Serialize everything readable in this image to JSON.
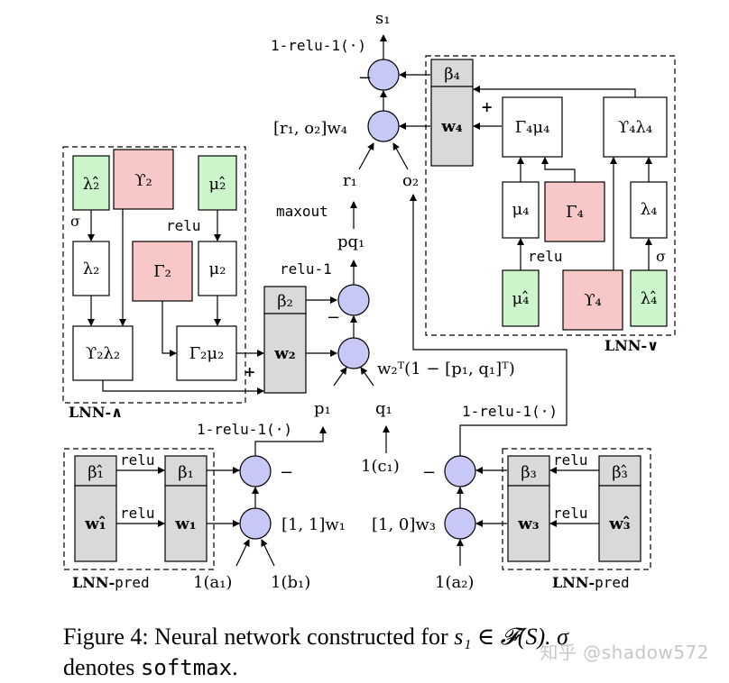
{
  "nodes": {
    "s1": "s₁",
    "relu1_top": "1-relu-1(·)",
    "minus_top": "−",
    "r1o2_w4": "[r₁, o₂]w₄",
    "r1": "r₁",
    "o2": "o₂",
    "maxout": "maxout",
    "pq1": "pq₁",
    "relu1_mid": "relu-1",
    "minus_mid": "−",
    "w2T": "w₂ᵀ(1 − [p₁, q₁]ᵀ)",
    "p1": "p₁",
    "q1": "q₁",
    "relu1_left": "1-relu-1(·)",
    "one_c1": "1(c₁)",
    "relu1_right": "1-relu-1(·)",
    "minus_left": "−",
    "minus_right": "−",
    "w1_in": "[1, 1]w₁",
    "w3_in": "[1, 0]w₃",
    "a1": "1(a₁)",
    "b1": "1(b₁)",
    "a2": "1(a₂)",
    "plus_w4": "+",
    "plus_w2": "+"
  },
  "lnn_and": {
    "label": "LNN-∧",
    "lambda_hat": "λ₂̂",
    "upsilon": "ϒ₂",
    "mu_hat": "μ₂̂",
    "sigma": "σ",
    "relu": "relu",
    "lambda": "λ₂",
    "gamma": "Γ₂",
    "mu": "μ₂",
    "upsilon_lambda": "ϒ₂λ₂",
    "gamma_mu": "Γ₂μ₂",
    "beta": "β₂",
    "w": "w₂"
  },
  "lnn_or": {
    "label": "LNN-∨",
    "beta": "β₄",
    "w": "w₄",
    "gamma_mu": "Γ₄μ₄",
    "upsilon_lambda": "ϒ₄λ₄",
    "mu": "μ₄",
    "gamma": "Γ₄",
    "lambda": "λ₄",
    "relu": "relu",
    "sigma": "σ",
    "mu_hat": "μ₄̂",
    "upsilon": "ϒ₄",
    "lambda_hat": "λ₄̂"
  },
  "lnn_pred_left": {
    "label_bold": "LNN-",
    "label_mono": "pred",
    "beta_hat": "β₁̂",
    "w_hat": "w₁̂",
    "beta": "β₁",
    "w": "w₁",
    "relu_top": "relu",
    "relu_bottom": "relu"
  },
  "lnn_pred_right": {
    "label_bold": "LNN-",
    "label_mono": "pred",
    "beta_hat": "β₃̂",
    "w_hat": "w₃̂",
    "beta": "β₃",
    "w": "w₃",
    "relu_top": "relu",
    "relu_bottom": "relu"
  },
  "caption": {
    "prefix": "Figure 4: Neural network constructed for ",
    "formula": "s₁ ∈ 𝓕(S). σ",
    "line2_prefix": "denotes ",
    "line2_mono": "softmax",
    "line2_suffix": "."
  },
  "watermark": "知乎 @shadow572",
  "colors": {
    "neuron": "#c8c8f6",
    "gray_box": "#d9d9d9",
    "green_box": "#ccf5cc",
    "pink_box": "#f8c8c8"
  }
}
